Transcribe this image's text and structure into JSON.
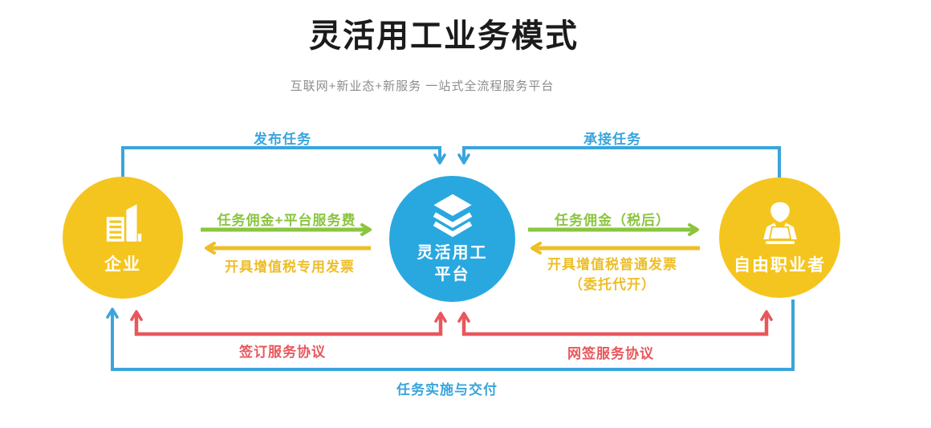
{
  "header": {
    "title": "灵活用工业务模式",
    "subtitle": "互联网+新业态+新服务 一站式全流程服务平台"
  },
  "palette": {
    "node_yellow": "#F5C51F",
    "node_blue": "#29A8E0",
    "arrow_blue": "#3AA5DC",
    "arrow_green": "#8BC540",
    "arrow_yellow": "#EDBE27",
    "arrow_red": "#E8575C",
    "title_color": "#1B1B1B",
    "subtitle_color": "#8C8C8C",
    "icon_color": "#FFFFFF"
  },
  "nodes": {
    "enterprise": {
      "label": "企业",
      "icon": "building-icon"
    },
    "platform": {
      "label_line1": "灵活用工",
      "label_line2": "平台",
      "icon": "layers-icon"
    },
    "freelancer": {
      "label": "自由职业者",
      "icon": "freelancer-icon"
    }
  },
  "flows": {
    "publish_task": {
      "label": "发布任务",
      "from": "企业",
      "to": "灵活用工平台",
      "color": "#3AA5DC"
    },
    "accept_task": {
      "label": "承接任务",
      "from": "自由职业者",
      "to": "灵活用工平台",
      "color": "#3AA5DC"
    },
    "commission_platform": {
      "label": "任务佣金+平台服务费",
      "from": "企业",
      "to": "灵活用工平台",
      "color": "#8BC540"
    },
    "invoice_special": {
      "label": "开具增值税专用发票",
      "from": "灵活用工平台",
      "to": "企业",
      "color": "#EDBE27"
    },
    "commission_freelancer": {
      "label": "任务佣金（税后）",
      "from": "灵活用工平台",
      "to": "自由职业者",
      "color": "#8BC540"
    },
    "invoice_general": {
      "label_line1": "开具增值税普通发票",
      "label_line2": "（委托代开）",
      "from": "自由职业者",
      "to": "灵活用工平台",
      "color": "#EDBE27"
    },
    "sign_agreement": {
      "label": "签订服务协议",
      "between": "企业 与 灵活用工平台",
      "color": "#E8575C"
    },
    "esign_agreement": {
      "label": "网签服务协议",
      "between": "灵活用工平台 与 自由职业者",
      "color": "#E8575C"
    },
    "delivery": {
      "label": "任务实施与交付",
      "from": "自由职业者",
      "to": "企业",
      "color": "#3AA5DC"
    }
  }
}
